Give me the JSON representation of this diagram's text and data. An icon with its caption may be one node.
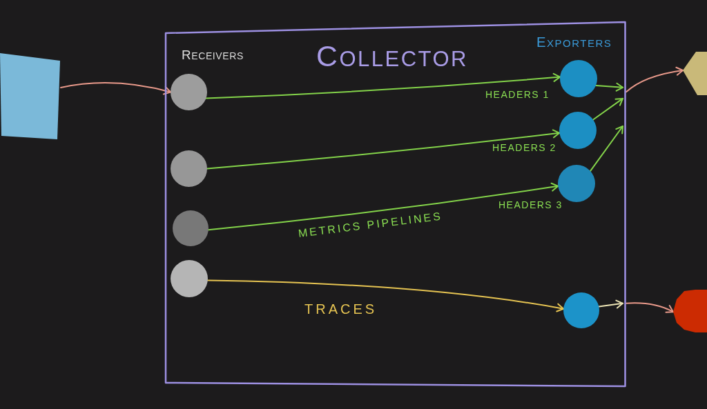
{
  "diagram": {
    "nodes": [
      {
        "text": [],
        "shape": "box"
      },
      {
        "text": [
          "COLLECTOR"
        ]
      },
      {
        "text": [],
        "shape": "circle",
        "in": 1
      },
      {
        "text": [],
        "shape": "circle",
        "in": 1
      },
      {
        "text": [],
        "shape": "circle",
        "in": 1
      },
      {
        "text": [],
        "shape": "circle",
        "in": 1
      },
      {
        "text": [],
        "shape": "circle",
        "in": 1,
        "beside": [
          "HEADERS 1"
        ]
      },
      {
        "text": [],
        "shape": "circle",
        "in": 1,
        "beside": [
          "HEADERS 2"
        ]
      },
      {
        "text": [],
        "shape": "circle",
        "in": 1,
        "beside": [
          "HEADERS 3"
        ]
      },
      {
        "text": [],
        "shape": "circle",
        "in": 1
      },
      {
        "text": [],
        "shape": "hexagon"
      },
      {
        "text": [],
        "shape": "octagon"
      }
    ],
    "edges": [
      {
        "from": 0,
        "to": 2,
        "arrow": "to",
        "color": "#e8998a"
      },
      {
        "from": 2,
        "to": 6,
        "arrow": "to"
      },
      {
        "from": 3,
        "to": 7,
        "arrow": "to"
      },
      {
        "from": 4,
        "to": 8,
        "arrow": "to"
      },
      {
        "from": 5,
        "to": 9,
        "arrow": "to",
        "label": "TRACES",
        "color": "#e6c452"
      },
      {
        "from": 6,
        "to": 1,
        "arrow": "to"
      },
      {
        "from": 7,
        "to": 1,
        "arrow": "to"
      },
      {
        "from": 8,
        "to": 1,
        "arrow": "to"
      },
      {
        "from": 1,
        "to": 10,
        "arrow": "to",
        "color": "#e8998a"
      },
      {
        "from": 9,
        "to": 1,
        "arrow": "to",
        "color": "#ece4b4"
      },
      {
        "from": 1,
        "to": 11,
        "arrow": "to",
        "color": "#e8998a"
      }
    ],
    "labels": [
      "RECEIVERS",
      "EXPORTERS",
      "METRICS PIPELINES"
    ]
  }
}
